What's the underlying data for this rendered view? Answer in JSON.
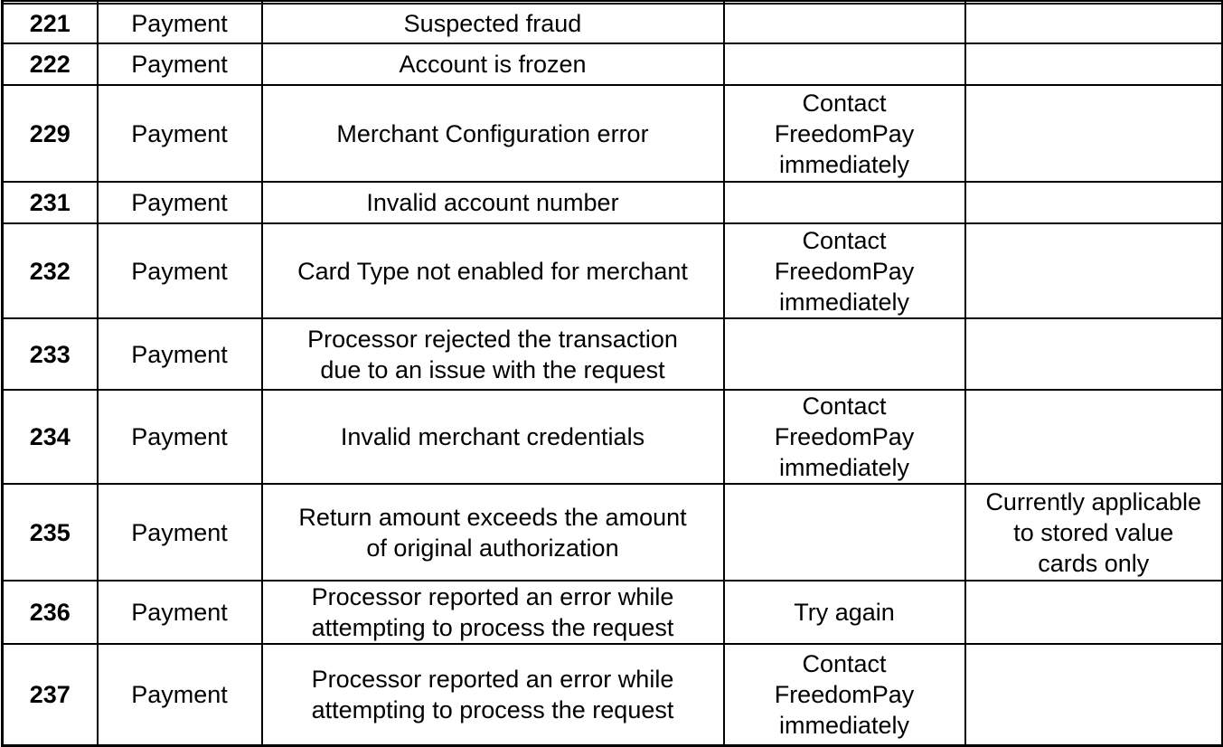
{
  "table": {
    "text_color": "#000000",
    "border_color": "#000000",
    "background_color": "#ffffff",
    "rows": [
      {
        "code": "221",
        "category": "Payment",
        "description": "Suspected fraud",
        "action": "",
        "notes": ""
      },
      {
        "code": "222",
        "category": "Payment",
        "description": "Account is frozen",
        "action": "",
        "notes": ""
      },
      {
        "code": "229",
        "category": "Payment",
        "description": "Merchant Configuration error",
        "action": "Contact\nFreedomPay\nimmediately",
        "notes": ""
      },
      {
        "code": "231",
        "category": "Payment",
        "description": "Invalid account number",
        "action": "",
        "notes": ""
      },
      {
        "code": "232",
        "category": "Payment",
        "description": "Card Type not enabled for merchant",
        "action": "Contact\nFreedomPay\nimmediately",
        "notes": ""
      },
      {
        "code": "233",
        "category": "Payment",
        "description": "Processor rejected the transaction\ndue to an issue with the request",
        "action": "",
        "notes": ""
      },
      {
        "code": "234",
        "category": "Payment",
        "description": "Invalid merchant credentials",
        "action": "Contact\nFreedomPay\nimmediately",
        "notes": ""
      },
      {
        "code": "235",
        "category": "Payment",
        "description": "Return amount exceeds the amount\nof original authorization",
        "action": "",
        "notes": "Currently applicable\nto stored value\ncards only"
      },
      {
        "code": "236",
        "category": "Payment",
        "description": "Processor reported an error while\nattempting to process the request",
        "action": "Try again",
        "notes": ""
      },
      {
        "code": "237",
        "category": "Payment",
        "description": "Processor reported an error while\nattempting to process the request",
        "action": "Contact\nFreedomPay\nimmediately",
        "notes": ""
      }
    ]
  }
}
